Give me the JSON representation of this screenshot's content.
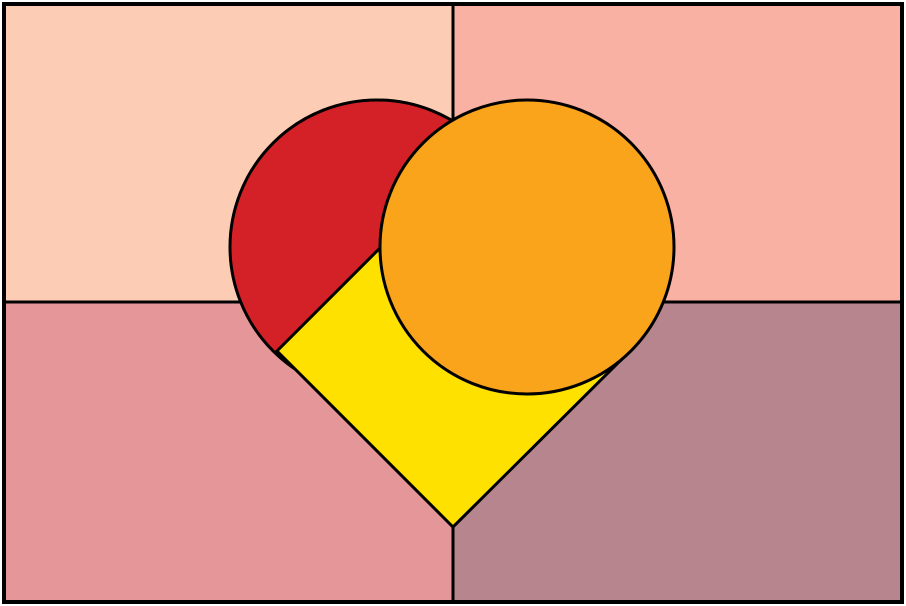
{
  "colors": {
    "top_left_quadrant": "#FCCCB4",
    "top_right_quadrant": "#F9B1A3",
    "bottom_left_quadrant": "#E59699",
    "bottom_right_quadrant": "#B6858E",
    "left_lobe": "#D42127",
    "right_circle": "#F9A41A",
    "point_square": "#FFE100",
    "outline": "#000000"
  },
  "shapes": {
    "quadrants": [
      "top-left",
      "top-right",
      "bottom-left",
      "bottom-right"
    ],
    "heart_parts": [
      "left-lobe",
      "point-square",
      "right-circle"
    ]
  }
}
